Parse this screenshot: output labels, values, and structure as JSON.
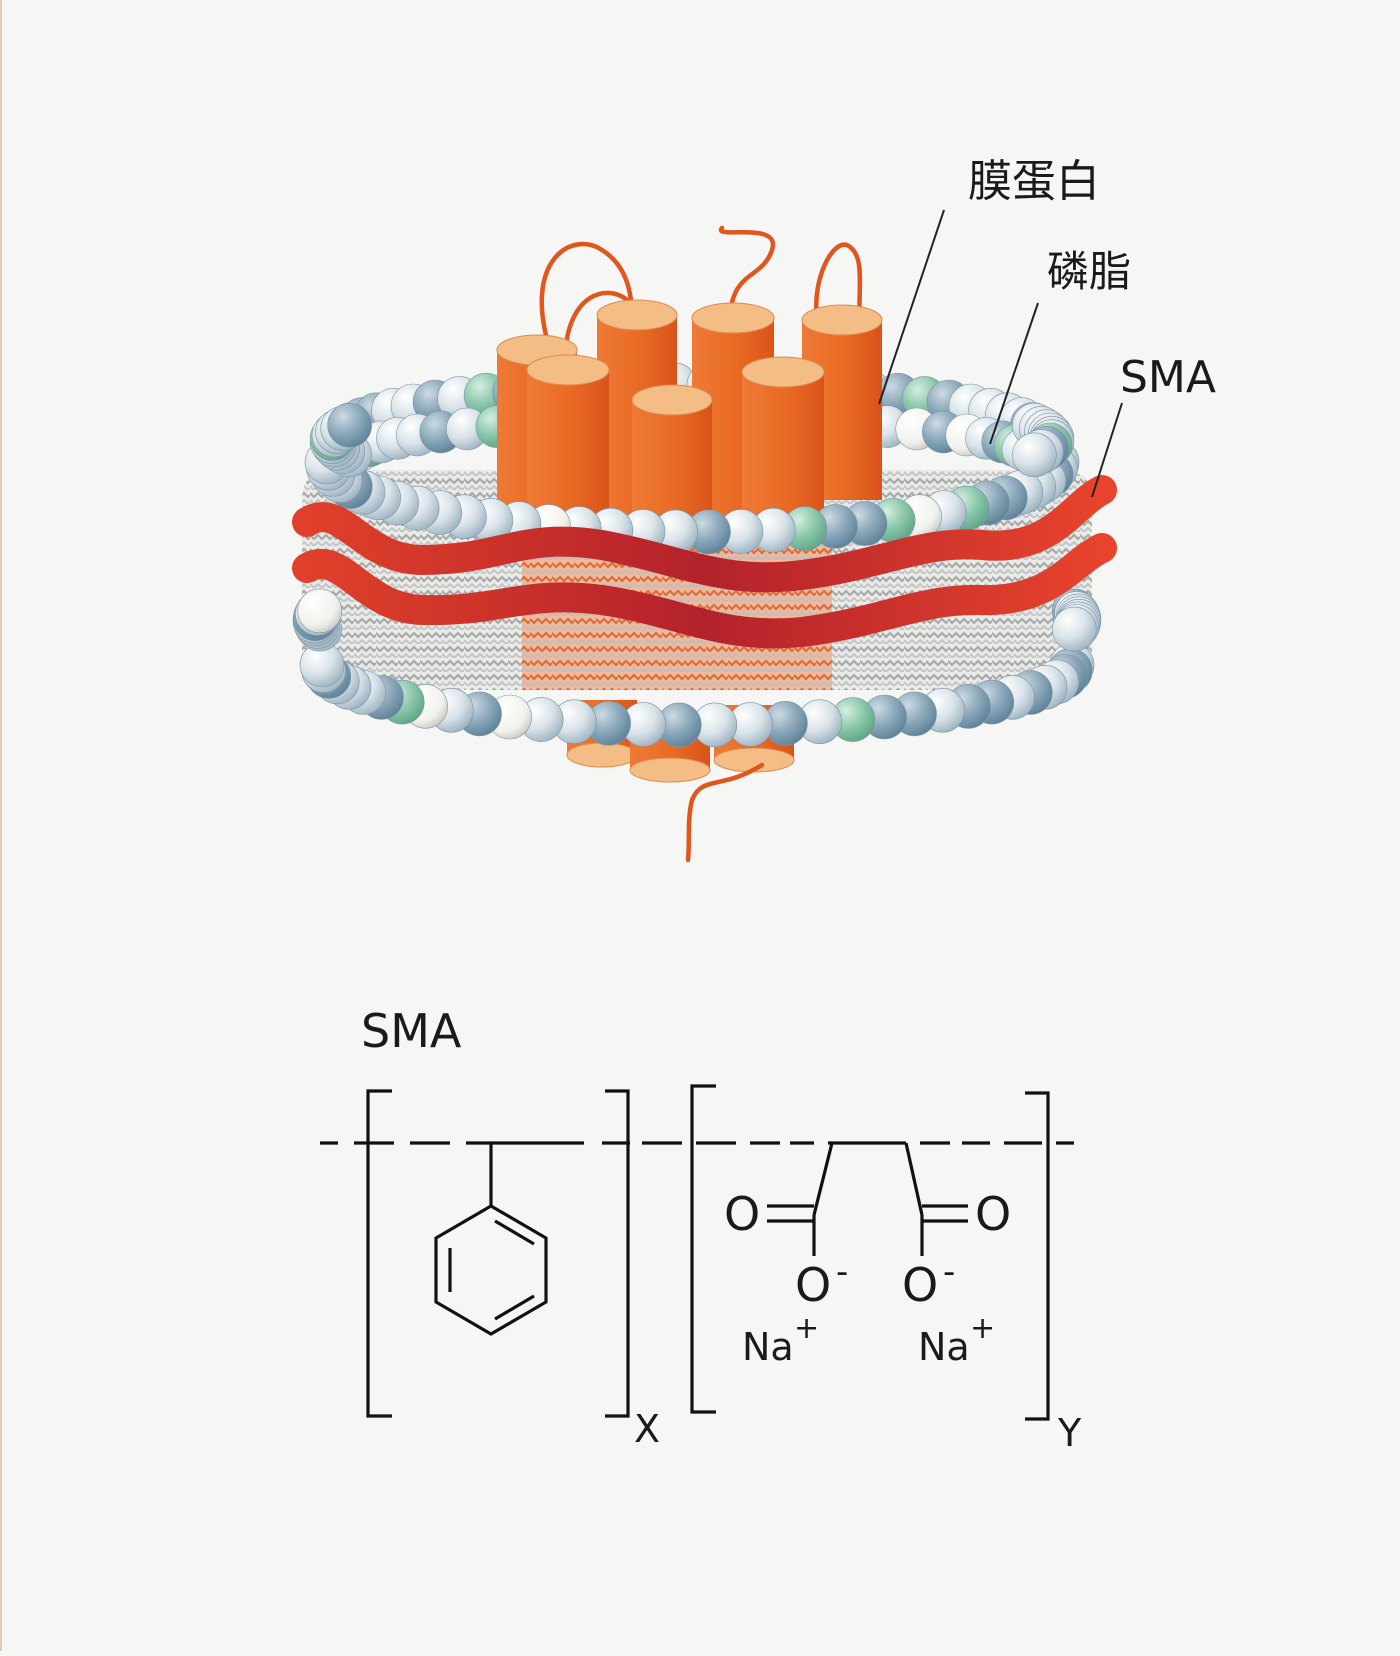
{
  "labels": {
    "membrane_protein": "膜蛋白",
    "phospholipid": "磷脂",
    "sma": "SMA"
  },
  "formula": {
    "title": "SMA",
    "atom_o": "O",
    "atom_o_minus": "O",
    "charge_minus": "-",
    "sodium": "Na",
    "charge_plus": "+",
    "subscript_x": "X",
    "subscript_y": "Y"
  },
  "colors": {
    "background": "#f6f7f5",
    "protein": "#e8611e",
    "protein_top": "#f3bd85",
    "sma_belt": "#c9302c",
    "head_light": "#dfe7ec",
    "head_dark": "#7d9fb2",
    "head_green": "#86c4a6",
    "head_white": "#f2f3ee",
    "tail": "#b8b8b8"
  }
}
